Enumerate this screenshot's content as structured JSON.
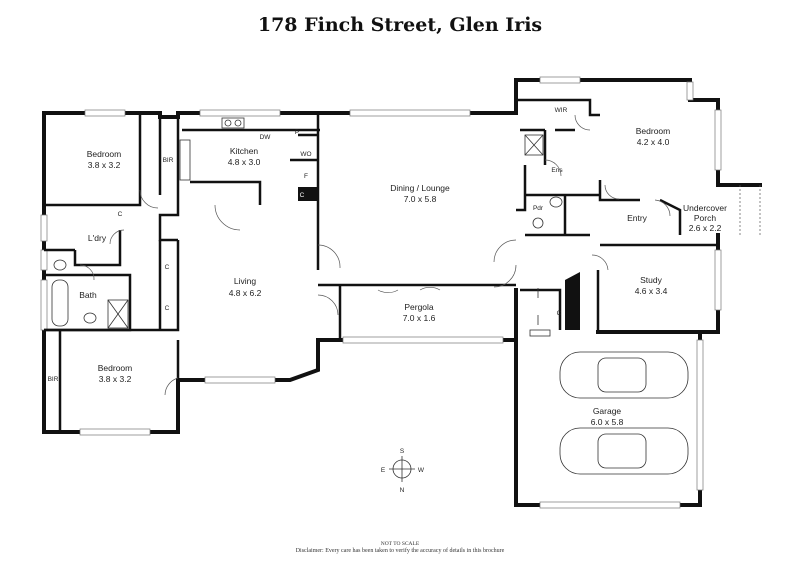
{
  "title": "178 Finch Street, Glen Iris",
  "rooms": {
    "bedroom1": {
      "name": "Bedroom",
      "dims": "3.8 x 3.2"
    },
    "kitchen": {
      "name": "Kitchen",
      "dims": "4.8 x 3.0"
    },
    "dining": {
      "name": "Dining / Lounge",
      "dims": "7.0 x 5.8"
    },
    "master": {
      "name": "Bedroom",
      "dims": "4.2 x 4.0"
    },
    "porch": {
      "name1": "Undercover",
      "name2": "Porch",
      "dims": "2.6 x 2.2"
    },
    "study": {
      "name": "Study",
      "dims": "4.6 x 3.4"
    },
    "living": {
      "name": "Living",
      "dims": "4.8 x 6.2"
    },
    "pergola": {
      "name": "Pergola",
      "dims": "7.0 x 1.6"
    },
    "bedroom3": {
      "name": "Bedroom",
      "dims": "3.8 x 3.2"
    },
    "garage": {
      "name": "Garage",
      "dims": "6.0 x 5.8"
    }
  },
  "small_labels": {
    "bir": "BIR",
    "ldry": "L'dry",
    "bath": "Bath",
    "wir": "WIR",
    "ens": "Ens",
    "pdr": "Pdr",
    "entry": "Entry",
    "dw": "DW",
    "wo": "WO",
    "p": "P",
    "f": "F",
    "c": "C"
  },
  "compass": {
    "n": "N",
    "s": "S",
    "e": "E",
    "w": "W"
  },
  "footer": {
    "scale": "NOT TO SCALE",
    "disclaimer": "Disclaimer: Every care has been taken to verify the accuracy of details in this brochure"
  }
}
